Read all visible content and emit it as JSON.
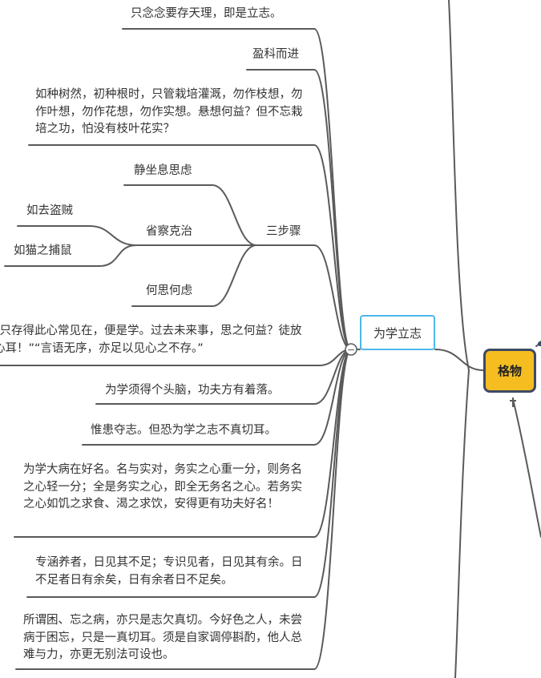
{
  "root": {
    "label": "格物"
  },
  "topic": {
    "label": "为学立志"
  },
  "three_steps": {
    "label": "三步骤",
    "children": [
      {
        "label": "静坐息思虑"
      },
      {
        "label": "省察克治",
        "children": [
          {
            "label": "如去盗贼"
          },
          {
            "label": "如猫之捕鼠"
          }
        ]
      },
      {
        "label": "何思何虑"
      }
    ]
  },
  "leaves": [
    "只念念要存天理，即是立志。",
    "盈科而进",
    "如种树然，初种根时，只管栽培灌溉，勿作枝想，勿作叶想，勿作花想，勿作实想。悬想何益？但不忘栽培之功，怕没有枝叶花实？",
    "“只存得此心常见在，便是学。过去未来事，思之何益？徒放心耳！”“言语无序，亦足以见心之不存。”",
    "为学须得个头脑，功夫方有着落。",
    "惟患夺志。但恐为学之志不真切耳。",
    "为学大病在好名。名与实对，务实之心重一分，则务名之心轻一分；全是务实之心，即全无务名之心。若务实之心如饥之求食、渴之求饮，安得更有功夫好名！",
    "专涵养者，日见其不足；专识见者，日见其有余。日不足者日有余矣，日有余者日不足矣。",
    "所谓困、忘之病，亦只是志欠真切。今好色之人，未尝病于困忘，只是一真切耳。须是自家调停斟酌，他人总难与力，亦更无别法可设也。"
  ],
  "collapse_symbol": "−",
  "colors": {
    "line": "#555555",
    "topic_border": "#4fb6ec",
    "root_fill": "#f6bd21",
    "root_border": "#3d4a63"
  }
}
